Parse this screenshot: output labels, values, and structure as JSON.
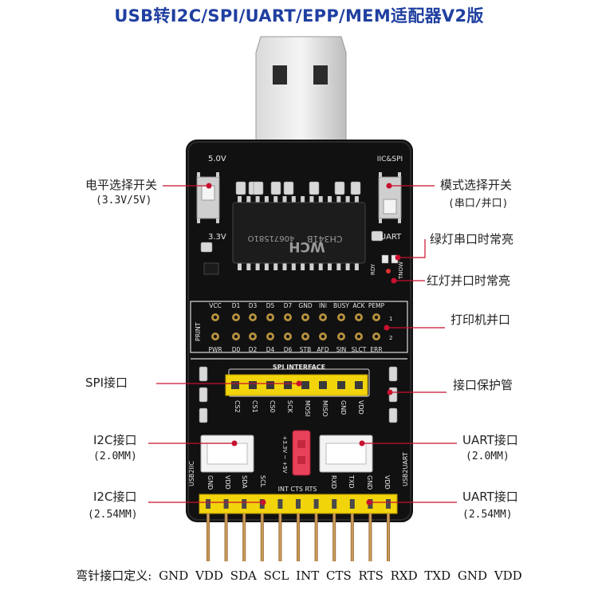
{
  "title": "USB转I2C/SPI/UART/EPP/MEM适配器V2版",
  "chip": {
    "model": "CH341B",
    "code": "40671581O",
    "logo": "WCH"
  },
  "board_marks": {
    "v50": "5.0V",
    "v33": "3.3V",
    "iicspi": "IIC&SPI",
    "uart": "UART",
    "rdy": "RDY",
    "tnow": "TNOW",
    "print": "PRINT",
    "spi_interface": "SPI INTERFACE",
    "usb2iic": "USB2IIC",
    "usb2uart": "USB2UART",
    "int_cts_rts": "INT CTS RTS",
    "voltage_jumper": "+3.3V ~ +5V",
    "printer_top": [
      "VCC",
      "D1",
      "D3",
      "D5",
      "D7",
      "GND",
      "INI",
      "BUSY",
      "ACK",
      "PEMP"
    ],
    "printer_bottom": [
      "PWR",
      "D0",
      "D2",
      "D4",
      "D6",
      "STB",
      "AFD",
      "SIN",
      "SLCT",
      "ERR"
    ],
    "spi_pins": [
      "CS2",
      "CS1",
      "CS0",
      "SCK",
      "MOSI",
      "MISO",
      "GND",
      "VDD"
    ],
    "i2c_pins": [
      "GND",
      "VDD",
      "SDA",
      "SCL"
    ],
    "uart_pins": [
      "RXD",
      "TXD",
      "GND",
      "VDD"
    ]
  },
  "labels": {
    "level_switch": "电平选择开关",
    "level_switch_sub": "(3.3V/5V)",
    "mode_switch": "模式选择开关",
    "mode_switch_sub": "(串口/并口)",
    "green_led": "绿灯串口时常亮",
    "red_led": "红灯并口时常亮",
    "printer_port": "打印机并口",
    "spi_port": "SPI接口",
    "protect_tube": "接口保护管",
    "i2c_20": "I2C接口",
    "i2c_20_sub": "(2.0MM)",
    "uart_20": "UART接口",
    "uart_20_sub": "(2.0MM)",
    "i2c_254": "I2C接口",
    "i2c_254_sub": "(2.54MM)",
    "uart_254": "UART接口",
    "uart_254_sub": "(2.54MM)"
  },
  "pinout_caption": "弯针接口定义:",
  "pinout": [
    "GND",
    "VDD",
    "SDA",
    "SCL",
    "INT",
    "CTS",
    "RTS",
    "RXD",
    "TXD",
    "GND",
    "VDD"
  ],
  "colors": {
    "title": "#1f3fa0",
    "leader": "#c8102e",
    "pcb": "#111111",
    "header": "#f2d40a",
    "pin": "#c98f3c"
  }
}
